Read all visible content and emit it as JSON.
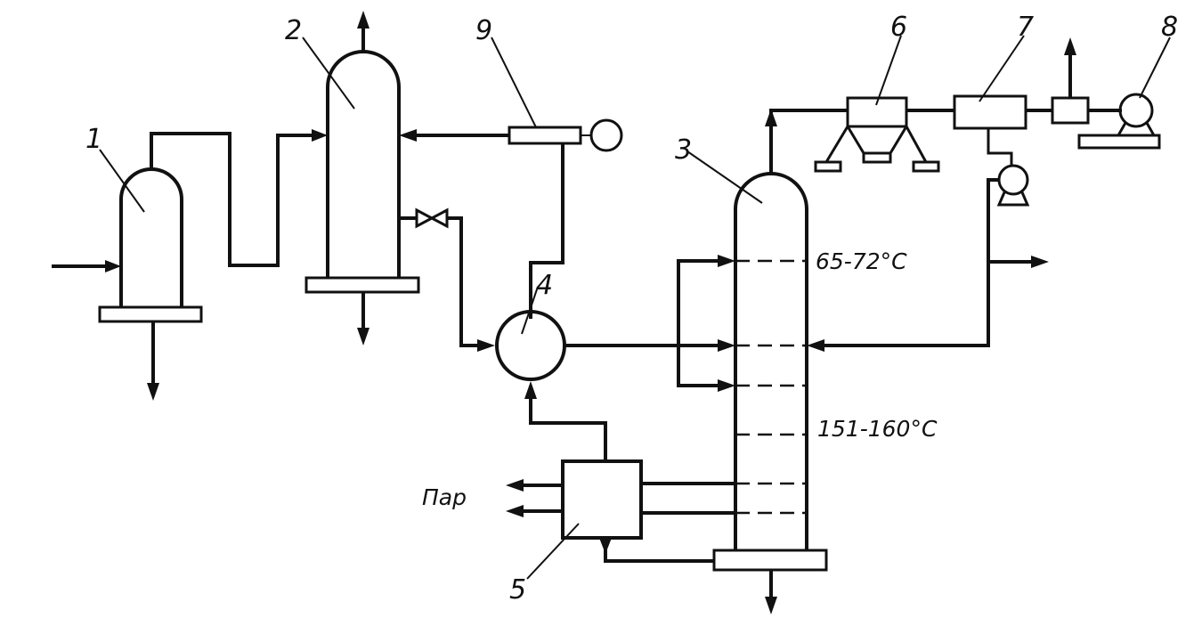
{
  "labels": {
    "n1": "1",
    "n2": "2",
    "n3": "3",
    "n4": "4",
    "n5": "5",
    "n6": "6",
    "n7": "7",
    "n8": "8",
    "n9": "9"
  },
  "temperatures": {
    "top": "65-72°C",
    "bottom": "151-160°C"
  },
  "steam_label": "Пар"
}
